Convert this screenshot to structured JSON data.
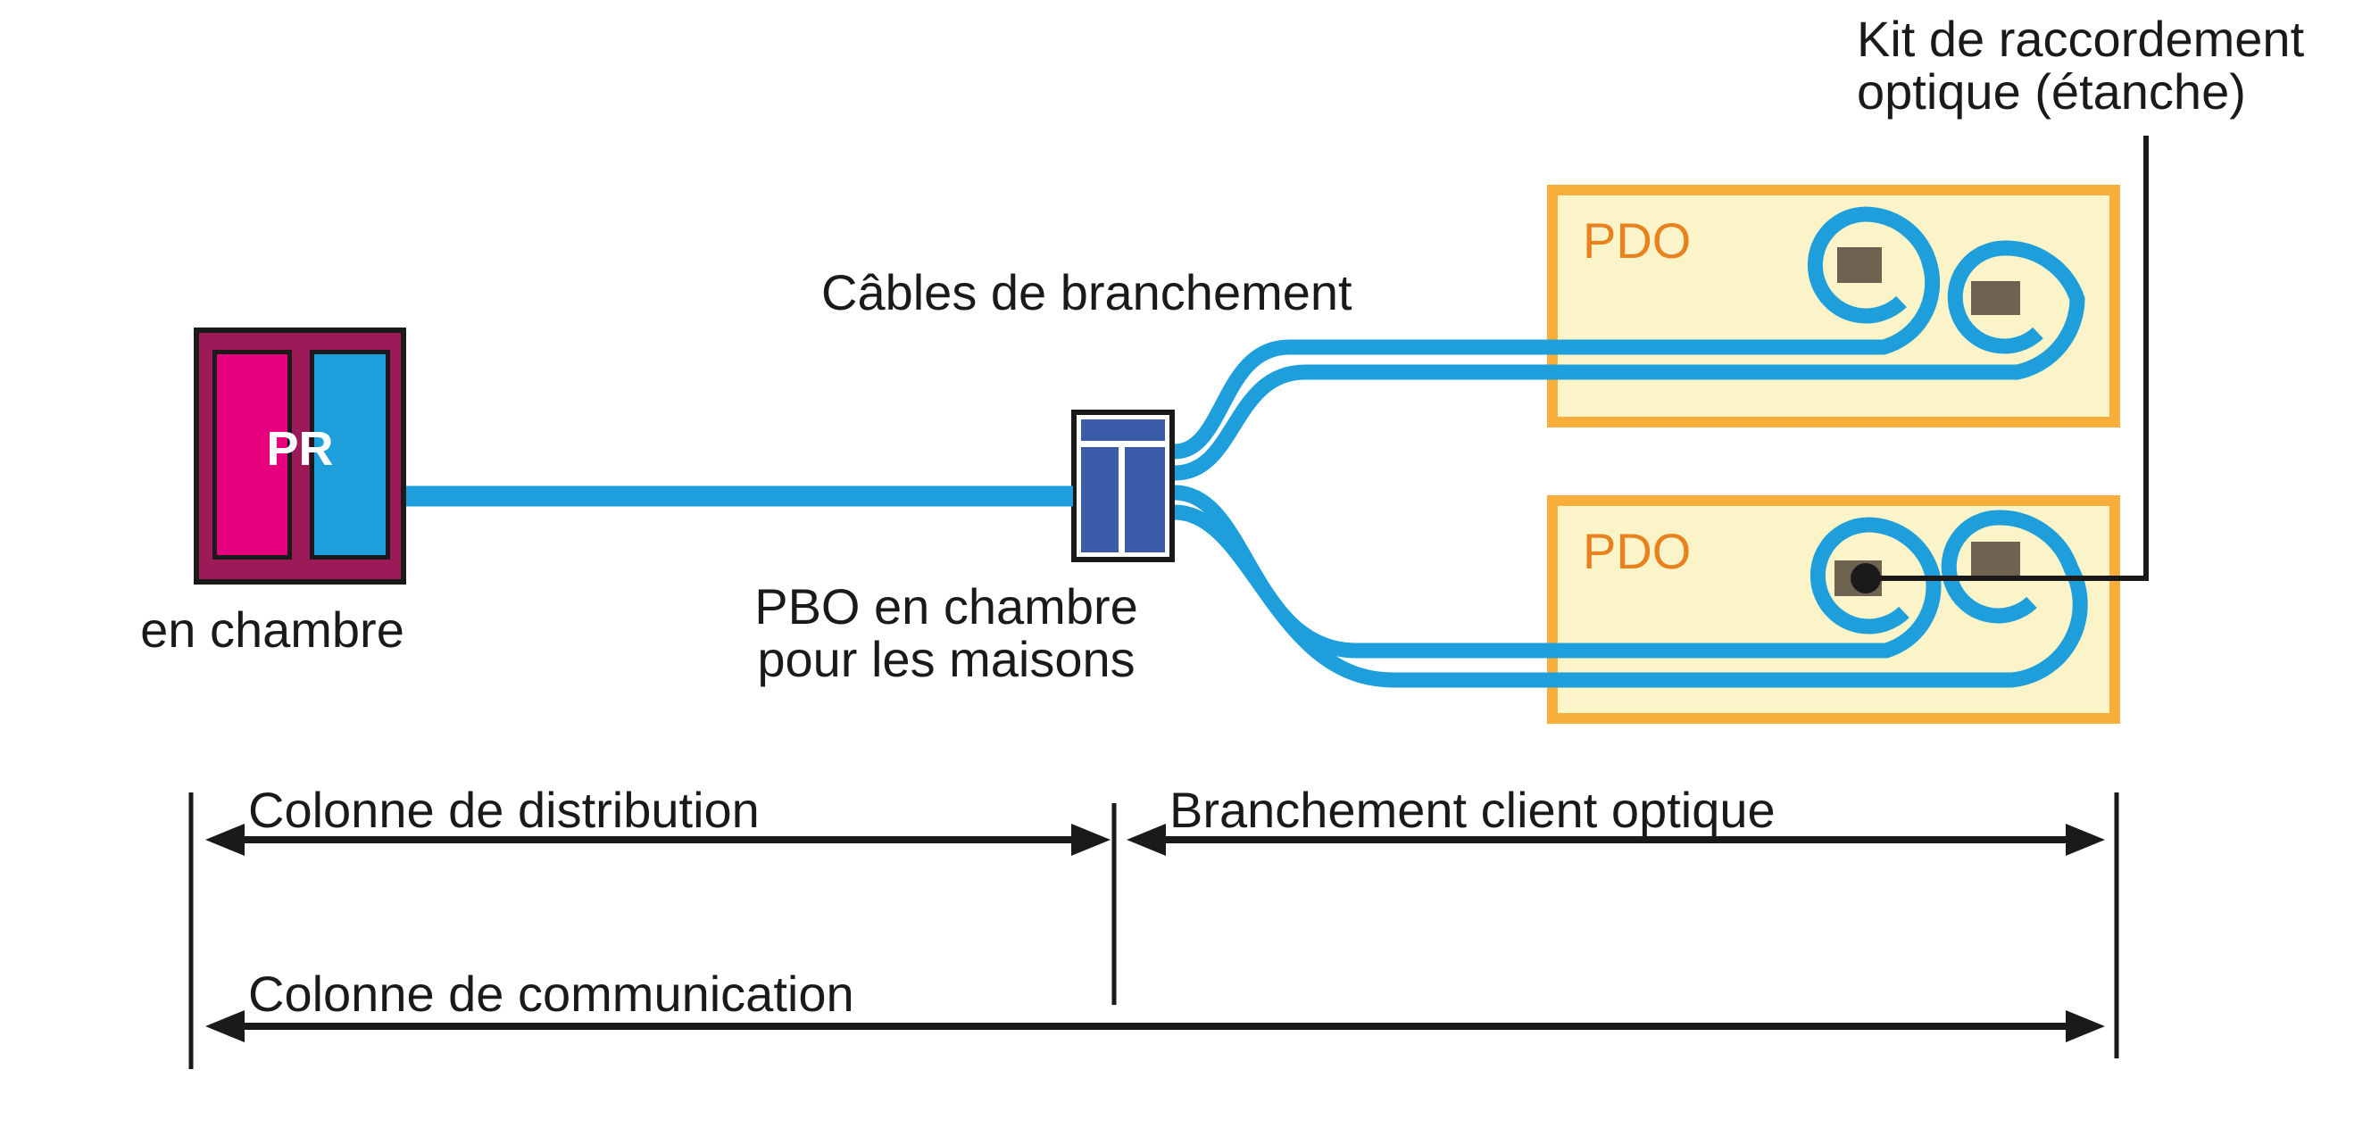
{
  "diagram": {
    "kit_label": "Kit de raccordement\noptique (étanche)",
    "cables_label": "Câbles de branchement",
    "pr": {
      "label": "PR",
      "caption": "en chambre"
    },
    "pbo_caption": "PBO en chambre\npour les maisons",
    "pdo_top_label": "PDO",
    "pdo_bottom_label": "PDO",
    "spans": {
      "distribution": "Colonne de distribution",
      "client": "Branchement client optique",
      "communication": "Colonne de communication"
    },
    "colors": {
      "cable_blue": "#1e9fdb",
      "pdo_border": "#f8ae3a",
      "pdo_fill": "#faf4c8",
      "pdo_label_orange": "#e8821e",
      "pr_outer_magenta": "#9b1a57",
      "pr_inner_pink": "#e6007e",
      "pbo_blue": "#3c5ba8",
      "splice_brown": "#6e6350",
      "line_black": "#1a1a1a"
    }
  }
}
